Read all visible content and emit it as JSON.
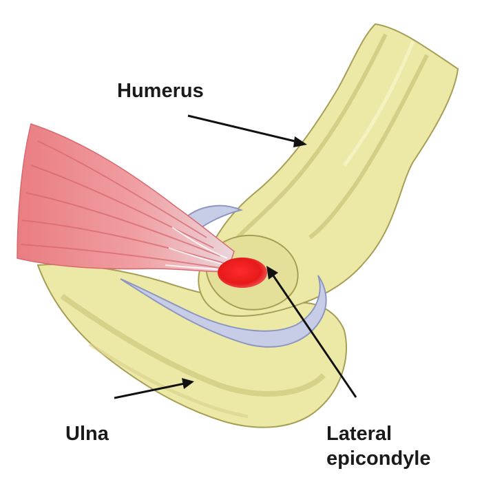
{
  "labels": {
    "humerus": "Humerus",
    "ulna": "Ulna",
    "lateral_epicondyle": [
      "Lateral",
      "epicondyle"
    ]
  },
  "colors": {
    "bone": "#ece9a6",
    "bone_shadow": "#cfc77e",
    "bone_outline": "#a79e55",
    "cartilage": "#c7cde6",
    "cartilage_edge": "#8c96c0",
    "muscle": "#ec8c8f",
    "muscle_dark": "#d9686d",
    "tendon": "#e6dfe6",
    "inflamed_spot": "#e61a1a",
    "arrow": "#111111",
    "text": "#1a1a1a"
  }
}
